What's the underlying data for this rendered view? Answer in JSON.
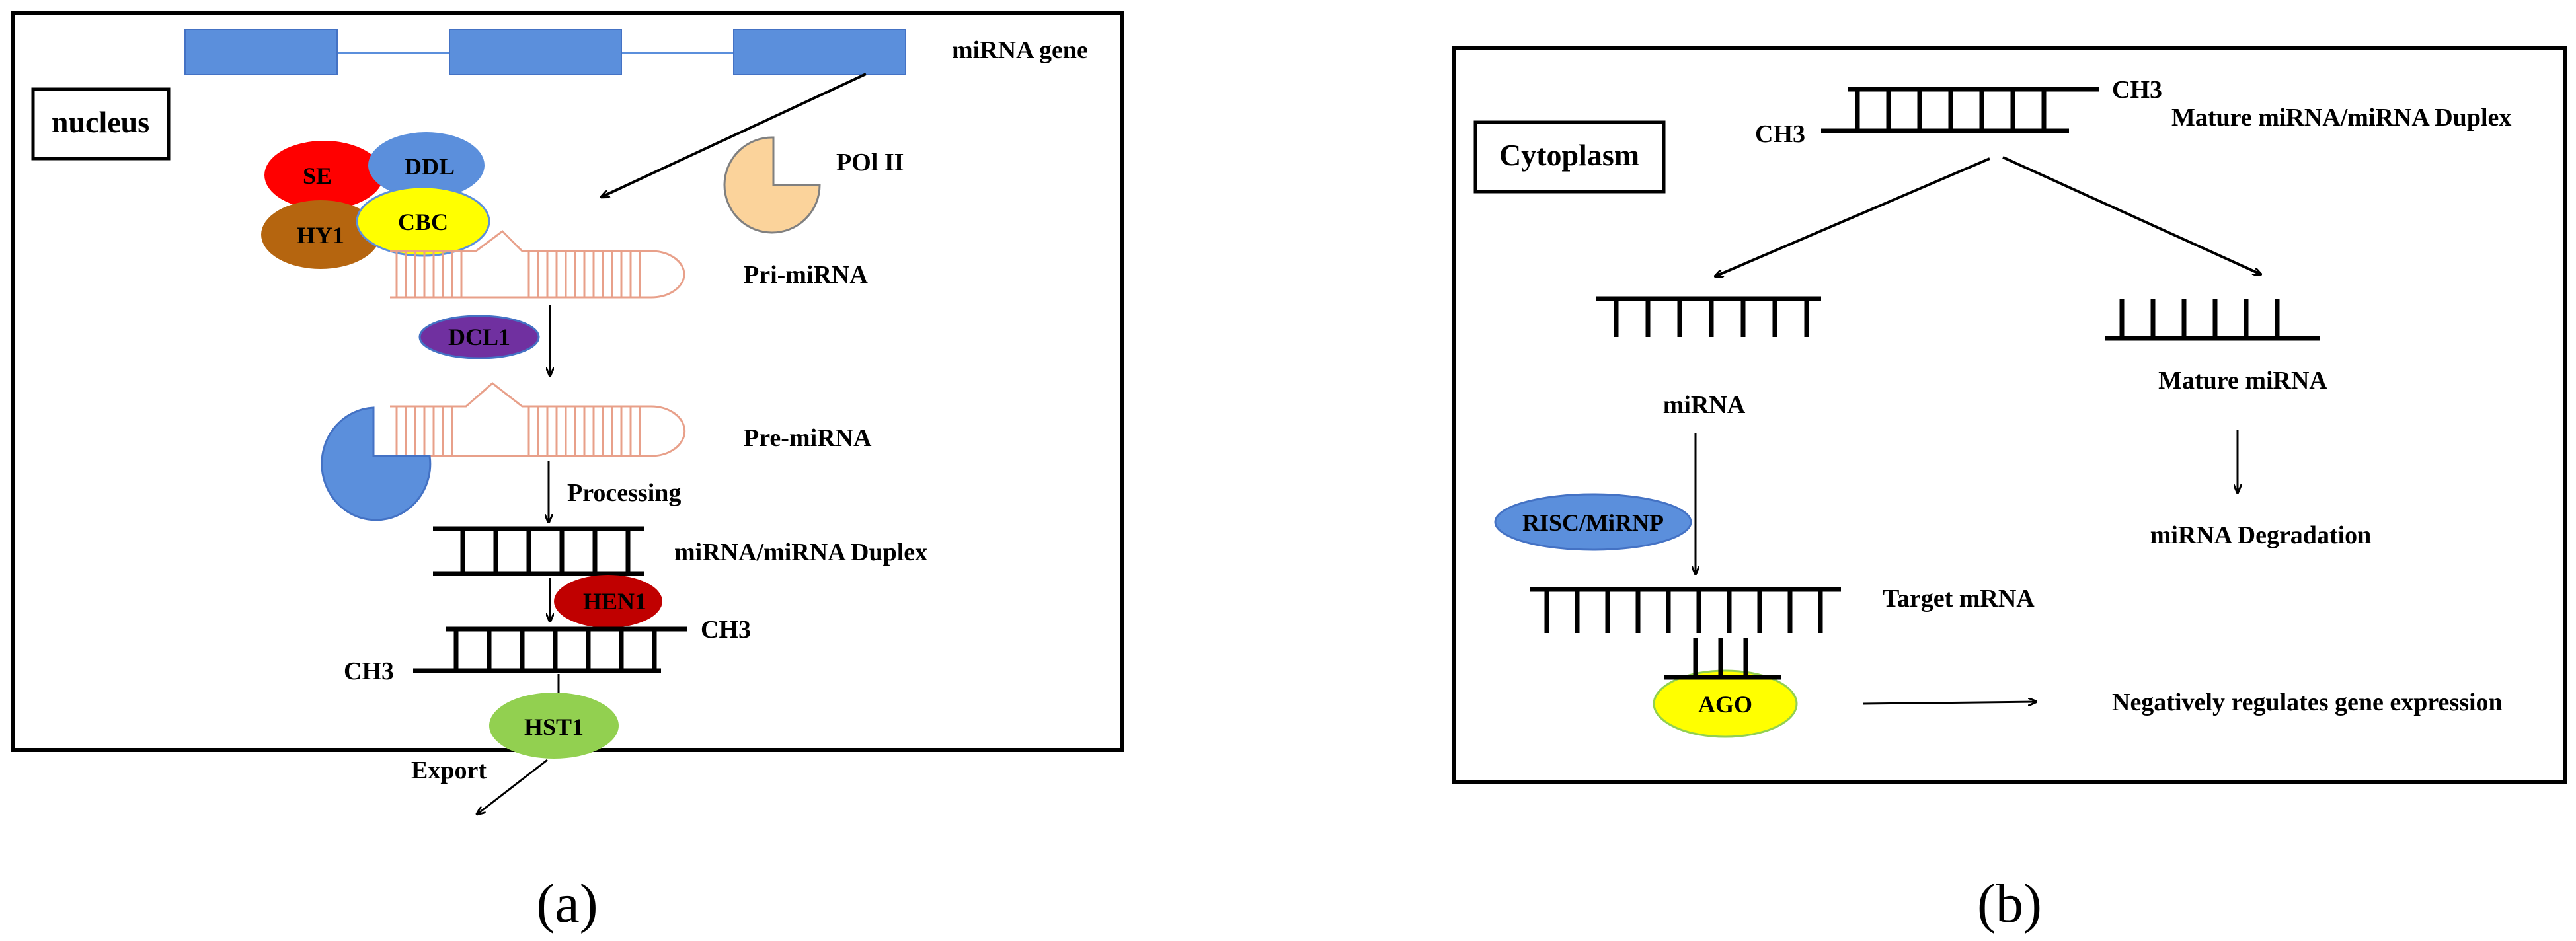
{
  "panel_a": {
    "compartment": "nucleus",
    "gene_label": "miRNA gene",
    "pol_label": "POl II",
    "pri_label": "Pri-miRNA",
    "pre_label": "Pre-miRNA",
    "processing_label": "Processing",
    "duplex_label": "miRNA/miRNA Duplex",
    "ch3_right": "CH3",
    "ch3_left": "CH3",
    "export_label": "Export",
    "proteins": {
      "se": "SE",
      "ddl": "DDL",
      "hy1": "HY1",
      "cbc": "CBC",
      "dcl1": "DCL1",
      "hen1": "HEN1",
      "hst1": "HST1"
    },
    "caption": "(a)"
  },
  "panel_b": {
    "compartment": "Cytoplasm",
    "ch3_top": "CH3",
    "ch3_bottom": "CH3",
    "duplex_label": "Mature miRNA/miRNA Duplex",
    "mirna_label": "miRNA",
    "mature_label": "Mature miRNA",
    "risc_label": "RISC/MiRNP",
    "degradation_label": "miRNA Degradation",
    "target_label": "Target mRNA",
    "ago_label": "AGO",
    "effect_label": "Negatively regulates gene expression",
    "caption": "(b)"
  },
  "colors": {
    "exon_blue": "#5b8fdc",
    "pol_peach": "#fbd39b",
    "se_red": "#ff0000",
    "ddl_blue": "#5b8fdc",
    "hy1_brown": "#b5650f",
    "cbc_yellow": "#ffff00",
    "dcl1_purple": "#7030a0",
    "hen1_red": "#c00000",
    "hst1_green": "#92d050",
    "rna_salmon": "#e8a08a",
    "risc_blue": "#5b8fdc",
    "ago_yellow": "#ffff00"
  }
}
